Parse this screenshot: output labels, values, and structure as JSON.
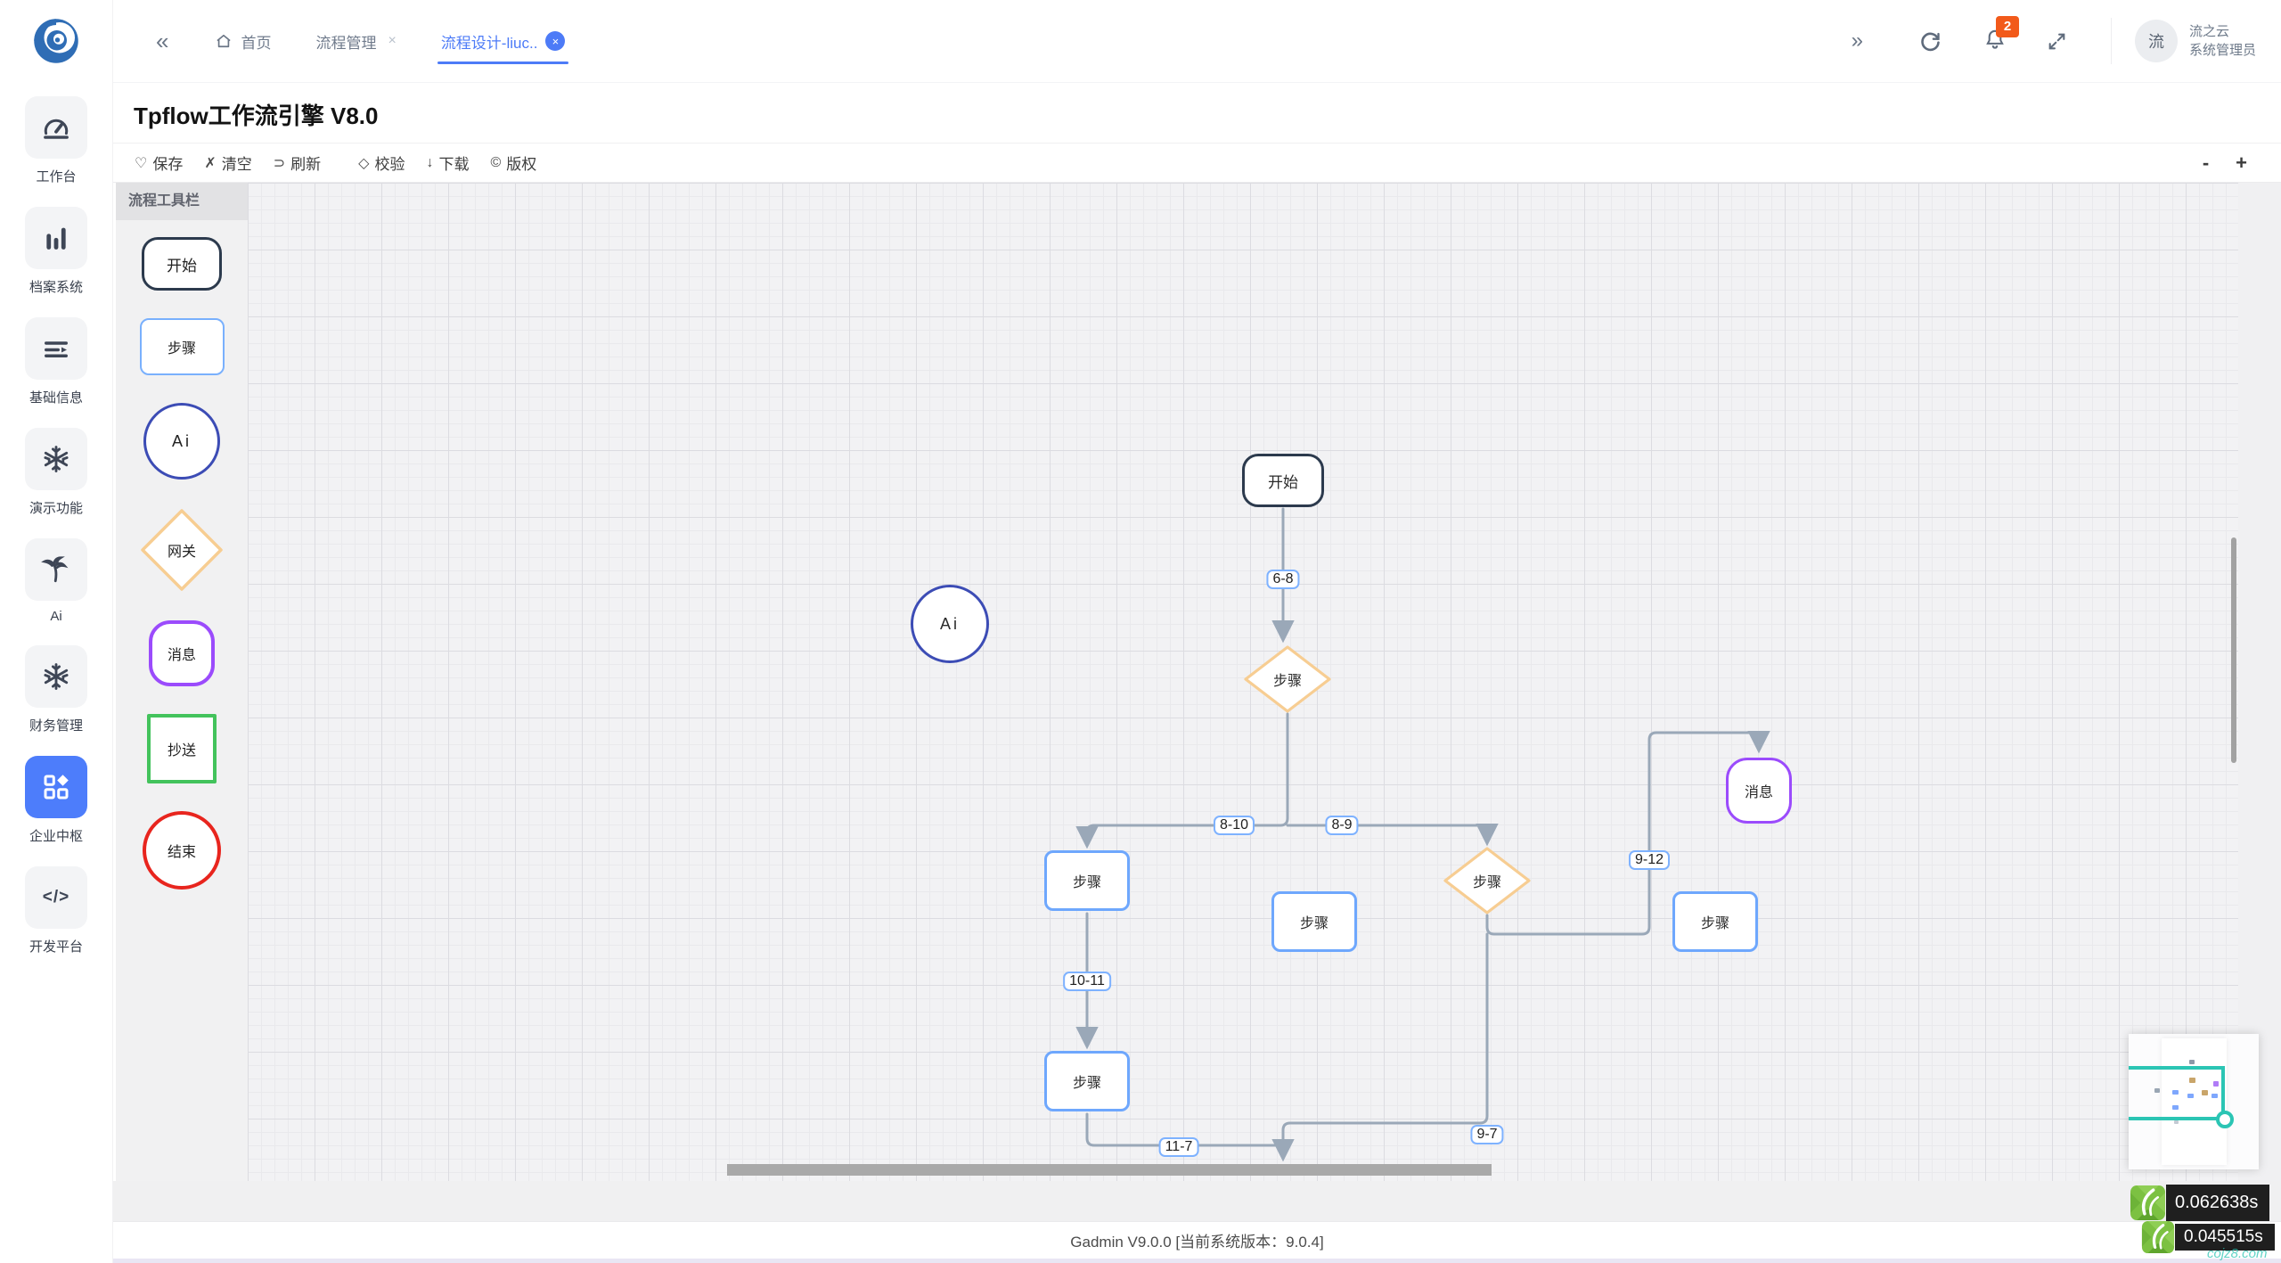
{
  "header": {
    "collapse_icon": "«",
    "expand_icon": "»",
    "tabs": [
      {
        "label": "首页",
        "active": false,
        "closable": false
      },
      {
        "label": "流程管理",
        "active": false,
        "closable": true
      },
      {
        "label": "流程设计-liuc..",
        "active": true,
        "closable": true
      }
    ],
    "close_glyph": "×",
    "notification_count": "2",
    "user": {
      "avatar_text": "流",
      "org": "流之云",
      "role": "系统管理员"
    }
  },
  "sidebar": {
    "items": [
      {
        "label": "工作台",
        "icon": "dashboard-icon",
        "active": false
      },
      {
        "label": "档案系统",
        "icon": "bar-chart-icon",
        "active": false
      },
      {
        "label": "基础信息",
        "icon": "list-icon",
        "active": false
      },
      {
        "label": "演示功能",
        "icon": "snowflake-icon",
        "active": false
      },
      {
        "label": "Ai",
        "icon": "palm-icon",
        "active": false
      },
      {
        "label": "财务管理",
        "icon": "snowflake-icon",
        "active": false
      },
      {
        "label": "企业中枢",
        "icon": "grid-diamond-icon",
        "active": true
      },
      {
        "label": "开发平台",
        "icon": "code-icon",
        "active": false
      }
    ],
    "code_glyph": "</>"
  },
  "page": {
    "title": "Tpflow工作流引擎 V8.0"
  },
  "toolbar": {
    "save": {
      "icon": "♡",
      "label": "保存"
    },
    "clear": {
      "icon": "✗",
      "label": "清空"
    },
    "refresh": {
      "icon": "⊃",
      "label": "刷新"
    },
    "validate": {
      "icon": "◇",
      "label": "校验"
    },
    "download": {
      "icon": "↓",
      "label": "下载"
    },
    "copyright": {
      "icon": "©",
      "label": "版权"
    },
    "zoom_out": "-",
    "zoom_in": "+"
  },
  "palette": {
    "title": "流程工具栏",
    "tools": [
      {
        "label": "开始",
        "shape": "rounded-rect"
      },
      {
        "label": "步骤",
        "shape": "rect"
      },
      {
        "label": "Ai",
        "shape": "circle"
      },
      {
        "label": "网关",
        "shape": "diamond"
      },
      {
        "label": "消息",
        "shape": "rounded-square"
      },
      {
        "label": "抄送",
        "shape": "square"
      },
      {
        "label": "结束",
        "shape": "circle"
      }
    ]
  },
  "canvas": {
    "nodes": [
      {
        "id": "6",
        "type": "start",
        "label": "开始"
      },
      {
        "id": "8",
        "type": "gateway",
        "label": "步骤"
      },
      {
        "id": "10",
        "type": "step",
        "label": "步骤"
      },
      {
        "id": "mid",
        "type": "step",
        "label": "步骤"
      },
      {
        "id": "9",
        "type": "gateway",
        "label": "步骤"
      },
      {
        "id": "12",
        "type": "message",
        "label": "消息"
      },
      {
        "id": "r",
        "type": "step",
        "label": "步骤"
      },
      {
        "id": "11",
        "type": "step",
        "label": "步骤"
      },
      {
        "id": "ai",
        "type": "ai",
        "label": "Ai"
      }
    ],
    "edges": [
      {
        "label": "6-8",
        "from": "6",
        "to": "8"
      },
      {
        "label": "8-10",
        "from": "8",
        "to": "10"
      },
      {
        "label": "8-9",
        "from": "8",
        "to": "9"
      },
      {
        "label": "9-12",
        "from": "9",
        "to": "12"
      },
      {
        "label": "10-11",
        "from": "10",
        "to": "11"
      },
      {
        "label": "9-7",
        "from": "9",
        "to": "7"
      },
      {
        "label": "11-7",
        "from": "11",
        "to": "7"
      }
    ]
  },
  "perf": {
    "times": [
      "0.062638s",
      "0.045515s"
    ]
  },
  "watermark": "cojz8.com",
  "footer": {
    "text": "Gadmin V9.0.0 [当前系统版本：9.0.4]"
  },
  "colors": {
    "accent": "#4d7bf7",
    "sidebar_active": "#4d7dfb",
    "badge": "#f25a1a",
    "edge": "#9aa8b8",
    "edge_label_border": "#7eb2ff",
    "start_border": "#2c3a4d",
    "step_border": "#6ea7fd",
    "gateway_border": "#f7cd92",
    "message_border": "#9b4bfc",
    "copy_border": "#43c35c",
    "end_border": "#e8251e",
    "ai_border": "#3c4cb5",
    "minimap_viewport": "#2bc5b4"
  }
}
